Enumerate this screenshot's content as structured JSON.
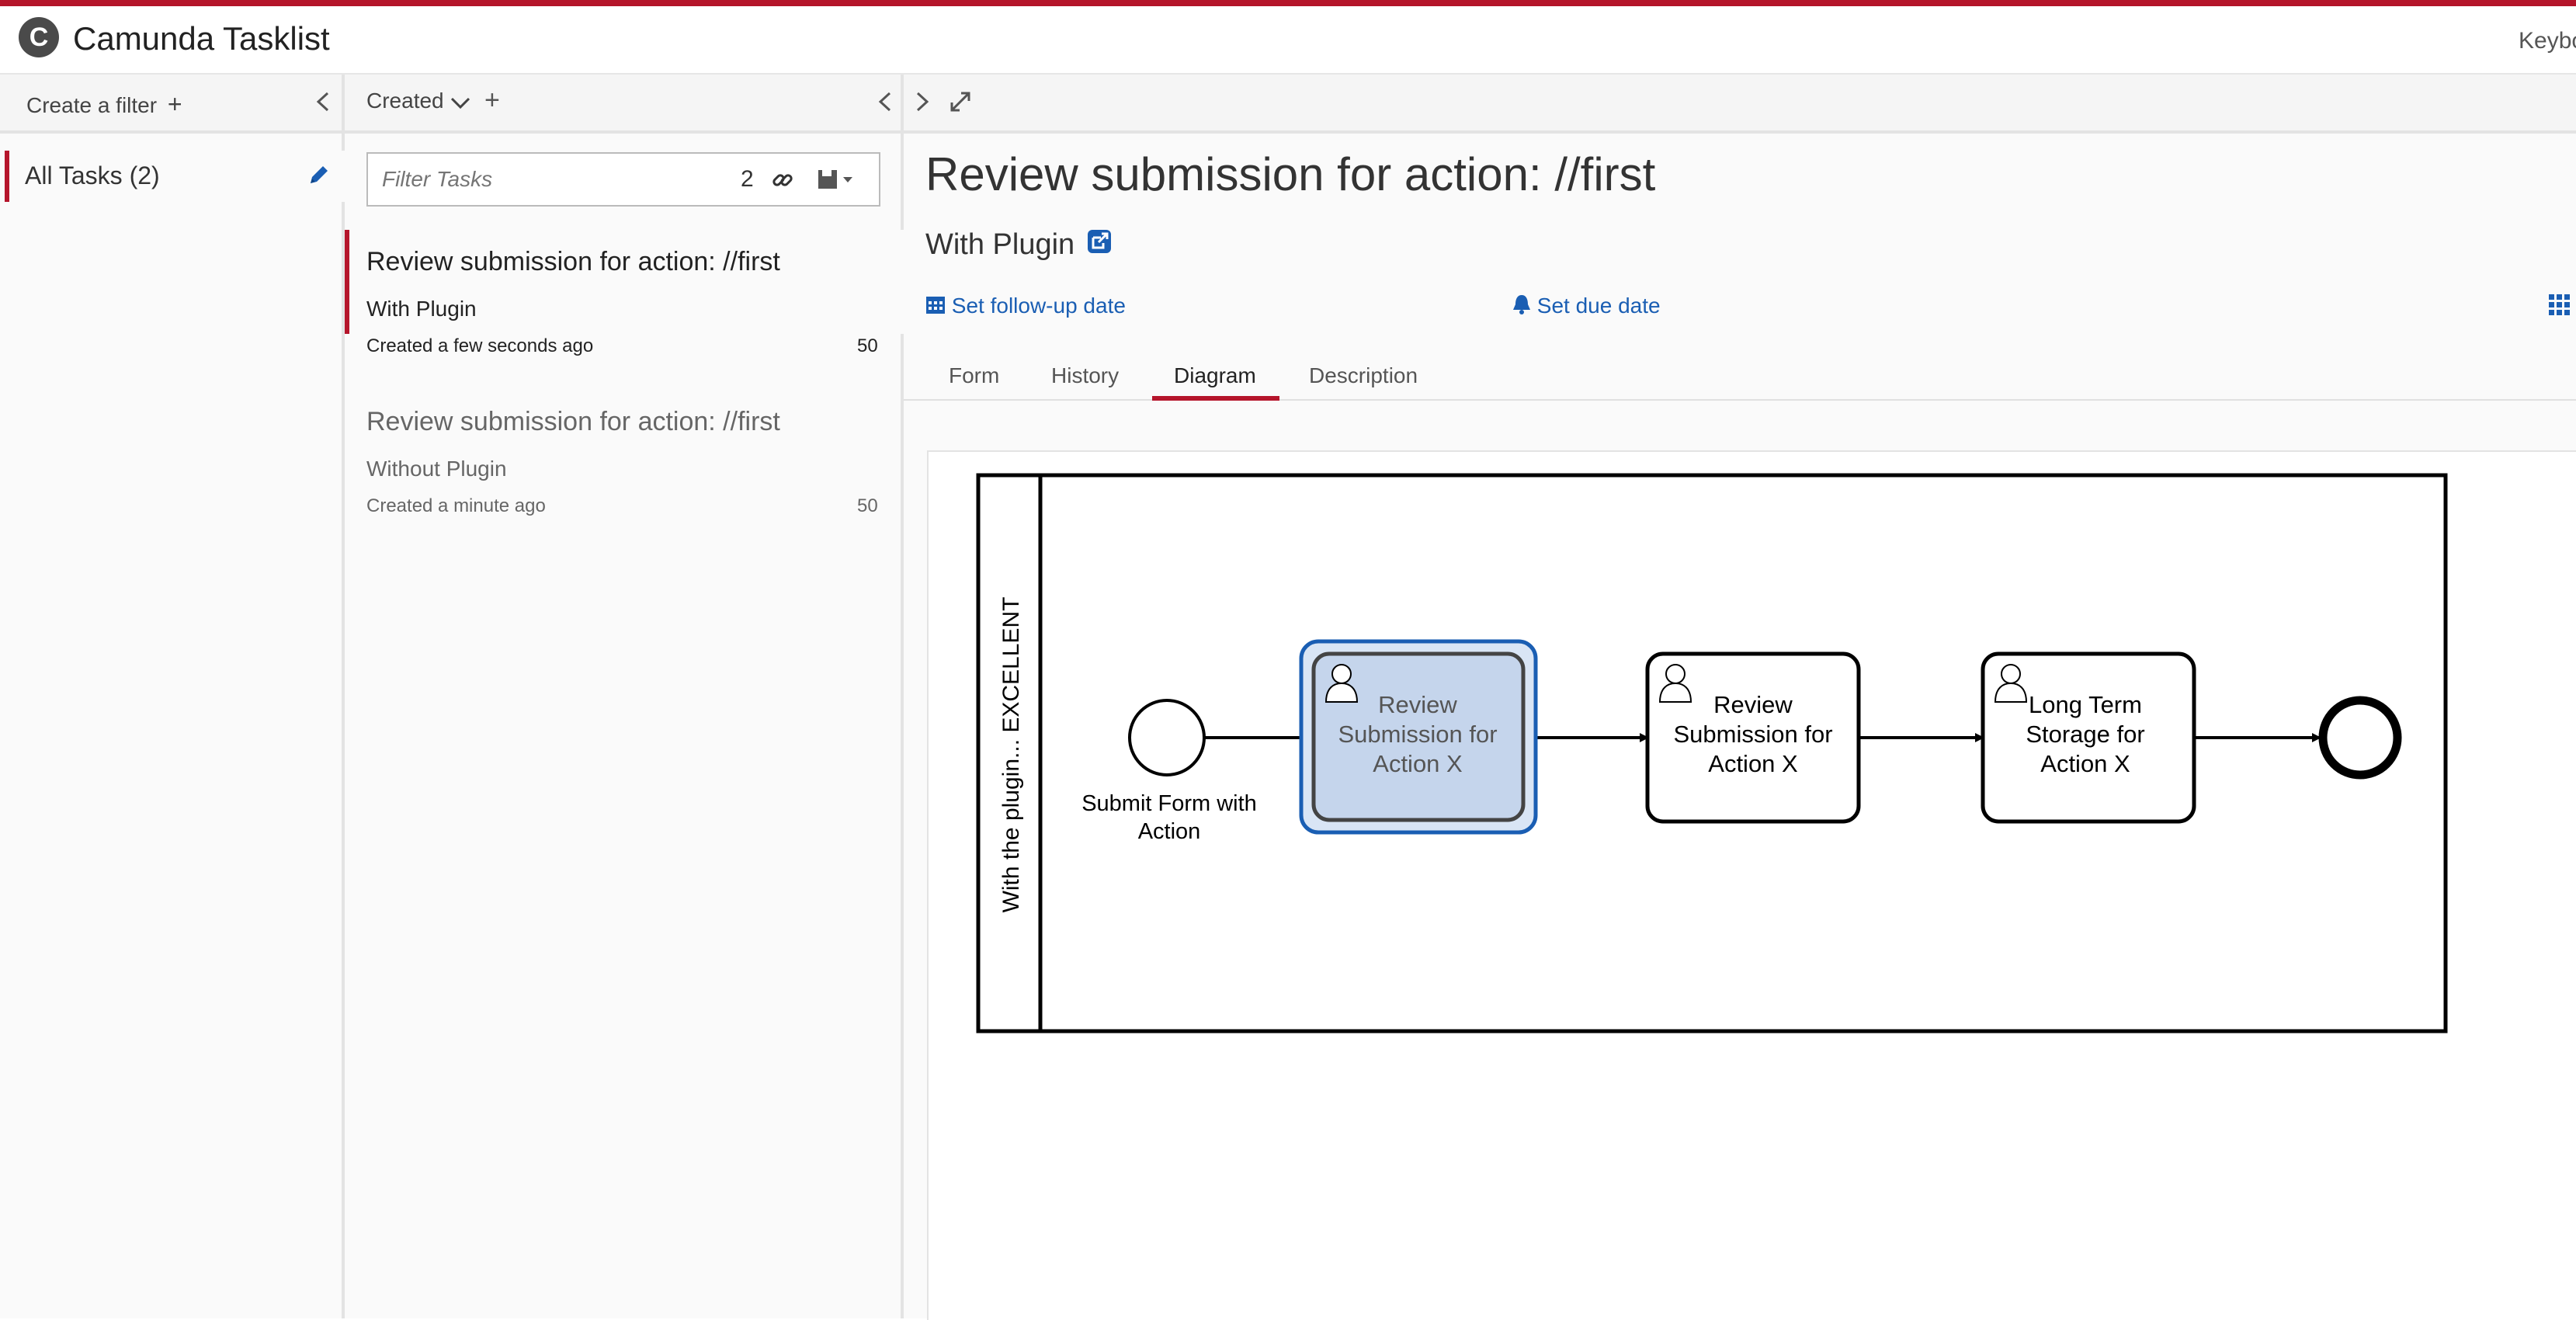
{
  "header": {
    "title": "Camunda Tasklist",
    "keyboard": "Keybo",
    "logo_letter": "C"
  },
  "filters": {
    "create_label": "Create a filter",
    "items": [
      {
        "label": "All Tasks (2)"
      }
    ]
  },
  "tasklist": {
    "sort_label": "Created",
    "search": {
      "placeholder": "Filter Tasks",
      "count": "2"
    },
    "tasks": [
      {
        "name": "Review submission for action: //first",
        "process": "With Plugin",
        "created": "Created a few seconds ago",
        "priority": "50"
      },
      {
        "name": "Review submission for action: //first",
        "process": "Without Plugin",
        "created": "Created a minute ago",
        "priority": "50"
      }
    ]
  },
  "detail": {
    "title": "Review submission for action: //first",
    "process": "With Plugin",
    "followup_label": "Set follow-up date",
    "due_label": "Set due date",
    "tabs": [
      {
        "label": "Form"
      },
      {
        "label": "History"
      },
      {
        "label": "Diagram"
      },
      {
        "label": "Description"
      }
    ],
    "active_tab": "Diagram"
  },
  "diagram": {
    "lane_label": "With the plugin... EXCELLENT",
    "start_event_label": [
      "Submit Form with",
      "Action"
    ],
    "tasks": [
      {
        "lines": [
          "Review",
          "Submission for",
          "Action X"
        ],
        "active": true
      },
      {
        "lines": [
          "Review",
          "Submission for",
          "Action X"
        ],
        "active": false
      },
      {
        "lines": [
          "Long Term",
          "Storage for",
          "Action X"
        ],
        "active": false
      }
    ]
  },
  "colors": {
    "accent": "#b5152b",
    "link": "#1a5eb3",
    "active_task_fill": "#c5d5ec",
    "active_task_border": "#1a5eb3"
  }
}
